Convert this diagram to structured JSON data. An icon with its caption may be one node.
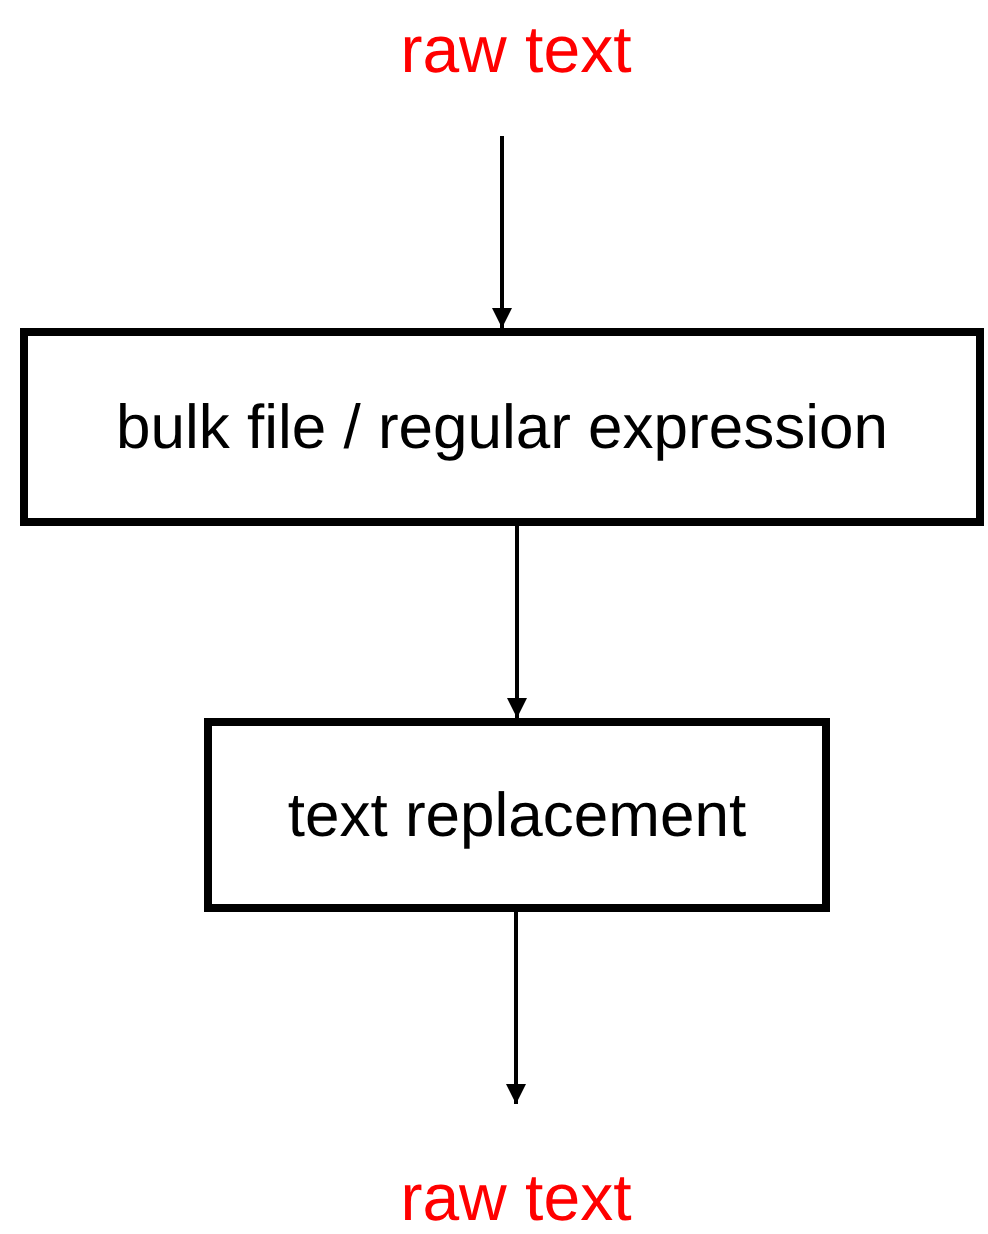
{
  "diagram": {
    "nodes": [
      {
        "text": [
          "raw text"
        ]
      },
      {
        "text": [
          "bulk file / regular expression"
        ]
      },
      {
        "text": [
          "text replacement"
        ]
      },
      {
        "text": [
          "raw text"
        ]
      }
    ],
    "edges": [
      {
        "from": 0,
        "to": 1,
        "arrow": "to"
      },
      {
        "from": 1,
        "to": 2,
        "arrow": "to"
      },
      {
        "from": 2,
        "to": 3,
        "arrow": "to"
      }
    ]
  }
}
